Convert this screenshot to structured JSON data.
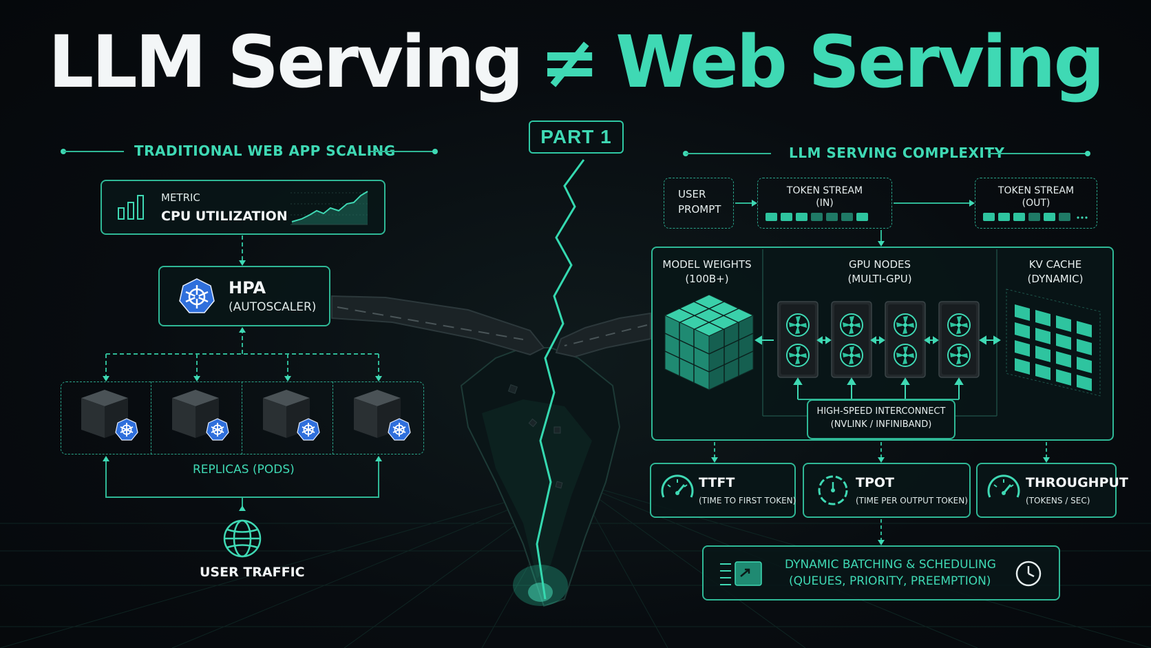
{
  "title": {
    "left": "LLM Serving",
    "symbol": "≠",
    "right": "Web Serving"
  },
  "badge": "PART 1",
  "left": {
    "heading": "TRADITIONAL WEB APP SCALING",
    "metric": {
      "label": "METRIC",
      "name": "CPU UTILIZATION"
    },
    "hpa": {
      "name": "HPA",
      "sub": "(AUTOSCALER)"
    },
    "replicas_label": "REPLICAS (PODS)",
    "traffic_label": "USER TRAFFIC"
  },
  "right": {
    "heading": "LLM SERVING COMPLEXITY",
    "prompt": {
      "line1": "USER",
      "line2": "PROMPT"
    },
    "stream_in": {
      "line1": "TOKEN STREAM",
      "line2": "(IN)"
    },
    "stream_out": {
      "line1": "TOKEN STREAM",
      "line2": "(OUT)"
    },
    "weights": {
      "line1": "MODEL WEIGHTS",
      "line2": "(100B+)"
    },
    "gpus": {
      "line1": "GPU NODES",
      "line2": "(MULTI-GPU)"
    },
    "kv": {
      "line1": "KV CACHE",
      "line2": "(DYNAMIC)"
    },
    "interconnect": {
      "line1": "HIGH-SPEED INTERCONNECT",
      "line2": "(NVLINK / INFINIBAND)"
    },
    "metrics": [
      {
        "name": "TTFT",
        "desc": "(TIME TO FIRST TOKEN)"
      },
      {
        "name": "TPOT",
        "desc": "(TIME PER OUTPUT TOKEN)"
      },
      {
        "name": "THROUGHPUT",
        "desc": "(TOKENS / SEC)"
      }
    ],
    "batching": {
      "line1": "DYNAMIC BATCHING & SCHEDULING",
      "line2": "(QUEUES, PRIORITY, PREEMPTION)"
    }
  },
  "colors": {
    "accent": "#3fd9b4",
    "line": "#2fb896",
    "bg": "#080c10",
    "k8s": "#2f6fdc"
  }
}
